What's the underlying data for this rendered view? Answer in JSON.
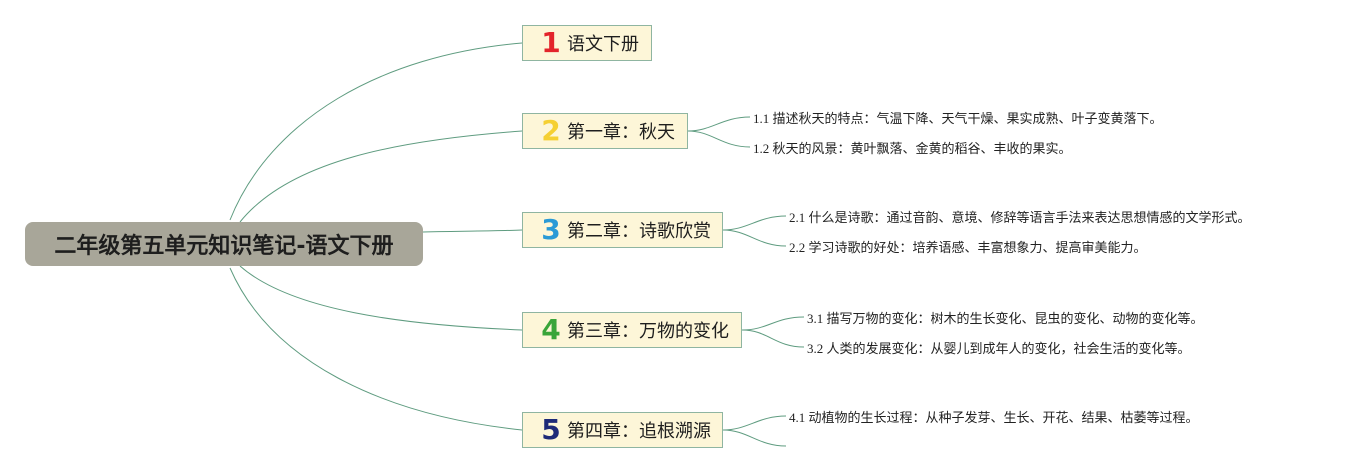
{
  "root": {
    "title": "二年级第五单元知识笔记-语文下册"
  },
  "branches": [
    {
      "num": "1",
      "label": "语文下册",
      "num_color": "#e3242b",
      "leaves": []
    },
    {
      "num": "2",
      "label": "第一章：秋天",
      "num_color": "#f5d033",
      "leaves": [
        "1.1 描述秋天的特点：气温下降、天气干燥、果实成熟、叶子变黄落下。",
        "1.2 秋天的风景：黄叶飘落、金黄的稻谷、丰收的果实。"
      ]
    },
    {
      "num": "3",
      "label": "第二章：诗歌欣赏",
      "num_color": "#2a9ad6",
      "leaves": [
        "2.1 什么是诗歌：通过音韵、意境、修辞等语言手法来表达思想情感的文学形式。",
        "2.2 学习诗歌的好处：培养语感、丰富想象力、提高审美能力。"
      ]
    },
    {
      "num": "4",
      "label": "第三章：万物的变化",
      "num_color": "#3aa53a",
      "leaves": [
        "3.1 描写万物的变化：树木的生长变化、昆虫的变化、动物的变化等。",
        "3.2 人类的发展变化：从婴儿到成年人的变化，社会生活的变化等。"
      ]
    },
    {
      "num": "5",
      "label": "第四章：追根溯源",
      "num_color": "#1e2a78",
      "leaves": [
        "4.1 动植物的生长过程：从种子发芽、生长、开花、结果、枯萎等过程。"
      ]
    }
  ],
  "colors": {
    "connector": "#5f9c80",
    "root_bg": "#a8a699",
    "branch_bg": "#fdf6d8",
    "branch_border": "#8fb5a1"
  }
}
